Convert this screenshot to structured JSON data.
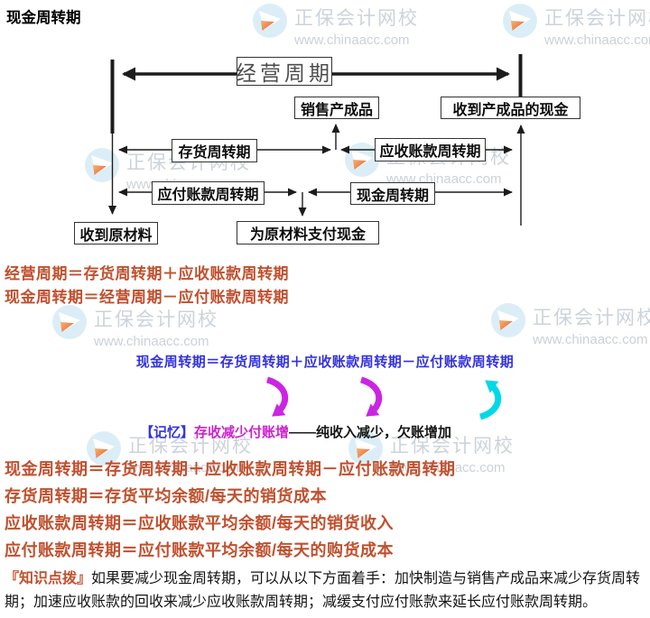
{
  "page": {
    "title": "现金周转期"
  },
  "watermark": {
    "name": "正保会计网校",
    "url": "www.chinaacc.com"
  },
  "diagram": {
    "boxes": {
      "operating_cycle": "经营周期",
      "sell_finished_goods": "销售产成品",
      "cash_for_goods": "收到产成品的现金",
      "inventory_period": "存货周转期",
      "receivable_period": "应收账款周转期",
      "payable_period": "应付账款周转期",
      "cash_period": "现金周转期",
      "receive_raw_materials": "收到原材料",
      "pay_cash_for_materials": "为原材料支付现金"
    }
  },
  "formulas_top": [
    "经营周期＝存货周转期＋应收账款周转期",
    "现金周转期＝经营周期－应付账款周转期"
  ],
  "blue_formula": "现金周转期＝存货周转期＋应收账款周转期－应付账款周转期",
  "memory": {
    "tag": "【记忆】",
    "keyword": "存收减少付账增",
    "rest": "——纯收入减少，欠账增加"
  },
  "formulas_red": [
    "现金周转期＝存货周转期＋应收账款周转期－应付账款周转期",
    "存货周转期＝存货平均余额/每天的销货成本",
    "应收账款周转期＝应收账款平均余额/每天的销货收入",
    "应付账款周转期＝应付账款平均余额/每天的购货成本"
  ],
  "note": {
    "tag": "『知识点拨』",
    "text": "如果要减少现金周转期，可以从以下方面着手：加快制造与销售产成品来减少存货周转期；加速应收账款的回收来减少应收账款周转期；减缓支付应付账款来延长应付账款周转期。"
  },
  "colors": {
    "formula_red": "#C0502E",
    "formula_blue": "#3232E0",
    "memory_magenta": "#CC22CC",
    "arrow_magenta": "#CB25E4",
    "arrow_cyan": "#00D8E8",
    "watermark_gray": "#CDD3DB"
  }
}
